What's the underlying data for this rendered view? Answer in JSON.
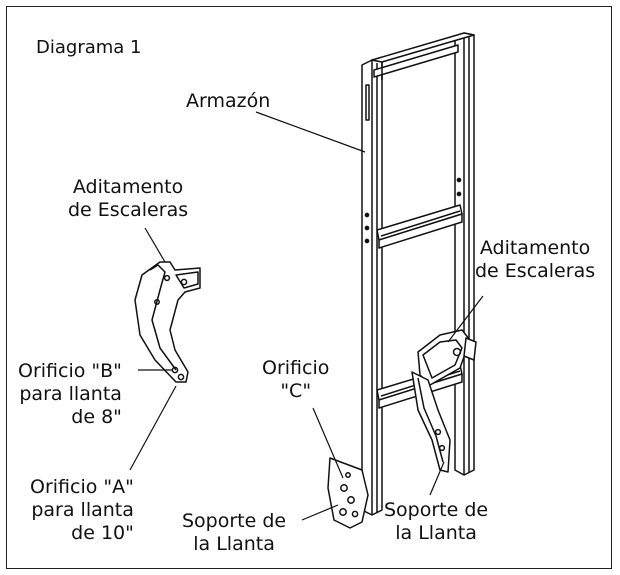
{
  "diagram": {
    "title": "Diagrama 1",
    "labels": {
      "frame": "Armazón",
      "stair_attach_left": [
        "Aditamento",
        "de Escaleras"
      ],
      "stair_attach_right": [
        "Aditamento",
        "de Escaleras"
      ],
      "hole_b": [
        "Orificio \"B\"",
        "para llanta",
        "de 8\""
      ],
      "hole_a": [
        "Orificio \"A\"",
        "para llanta",
        "de 10\""
      ],
      "hole_c": [
        "Orificio",
        "\"C\""
      ],
      "wheel_bracket_left": [
        "Soporte de",
        "la Llanta"
      ],
      "wheel_bracket_right": [
        "Soporte de",
        "la Llanta"
      ]
    }
  }
}
